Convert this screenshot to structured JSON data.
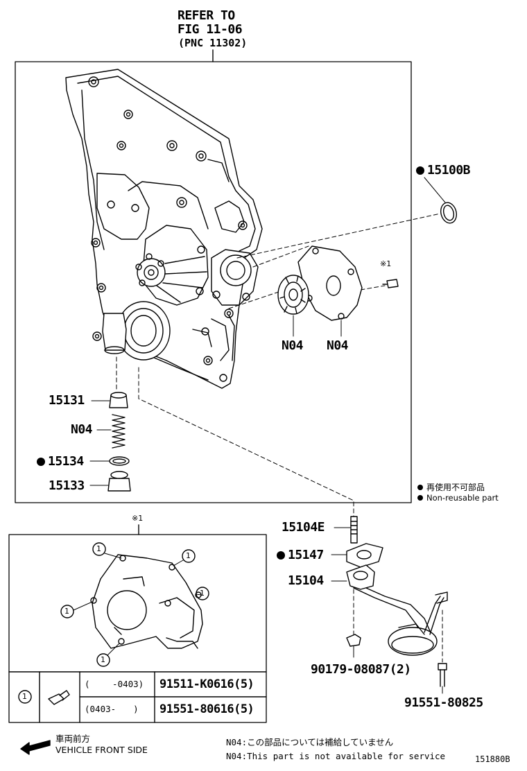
{
  "refer": {
    "line1": "REFER TO",
    "line2": "FIG 11-06",
    "line3": "(PNC 11302)"
  },
  "parts": {
    "p15100B": "15100B",
    "n04_gear": "N04",
    "n04_plate": "N04",
    "mark1_small": "※1",
    "p15131": "15131",
    "n04_spring": "N04",
    "p15134": "15134",
    "p15133": "15133",
    "p15104E": "15104E",
    "p15147": "15147",
    "p15104": "15104",
    "p90179": "90179-08087(2)",
    "p91551": "91551-80825"
  },
  "legend": {
    "ja": "再使用不可部品",
    "en": "Non-reusable part"
  },
  "detail": {
    "mark": "※1",
    "callout": "1",
    "table": {
      "ref": "1",
      "row1_range": "(　　 -0403)",
      "row1_part": "91511-K0616(5)",
      "row2_range": "(0403-　　)",
      "row2_part": "91551-80616(5)"
    }
  },
  "direction": {
    "ja": "車両前方",
    "en": "VEHICLE FRONT SIDE"
  },
  "notes": {
    "ja": "N04:この部品については補給していません",
    "en": "N04:This part is not available for service"
  },
  "fig_id": "151880B"
}
